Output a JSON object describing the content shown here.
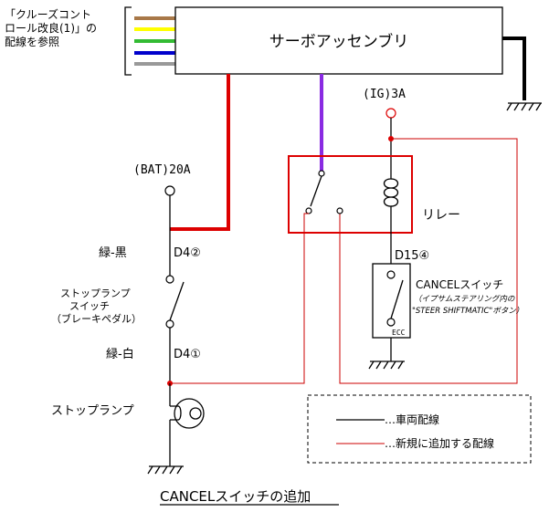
{
  "labels": {
    "harness_note_line1": "「クルーズコント",
    "harness_note_line2": "ロール改良(1)」の",
    "harness_note_line3": "配線を参照",
    "servo": "サーボアッセンブリ",
    "ig_fuse": "(IG)3A",
    "bat_fuse": "(BAT)20A",
    "relay": "リレー",
    "wire_green_black": "緑-黒",
    "d4_2": "D4②",
    "stop_switch_line1": "ストップランプ",
    "stop_switch_line2": "スイッチ",
    "stop_switch_line3": "（ブレーキペダル）",
    "wire_green_white": "緑-白",
    "d4_1": "D4①",
    "stop_lamp": "ストップランプ",
    "d15_4": "D15④",
    "cancel_switch": "CANCELスイッチ",
    "cancel_note_line1": "（イプサムステアリング内の",
    "cancel_note_line2": "\"STEER SHIFTMATIC\"ボタン）",
    "ecc": "ECC",
    "legend_vehicle": "…車両配線",
    "legend_new": "…新規に追加する配線",
    "caption": "CANCELスイッチの追加"
  },
  "colors": {
    "harness_wires": [
      "#a87848",
      "#ffff00",
      "#33bb33",
      "#0000cc",
      "#999999"
    ],
    "power_wire": "#dd0000",
    "signal_wire": "#8a2be2",
    "new_wiring": "#cc0000",
    "vehicle_wiring": "#000000"
  }
}
